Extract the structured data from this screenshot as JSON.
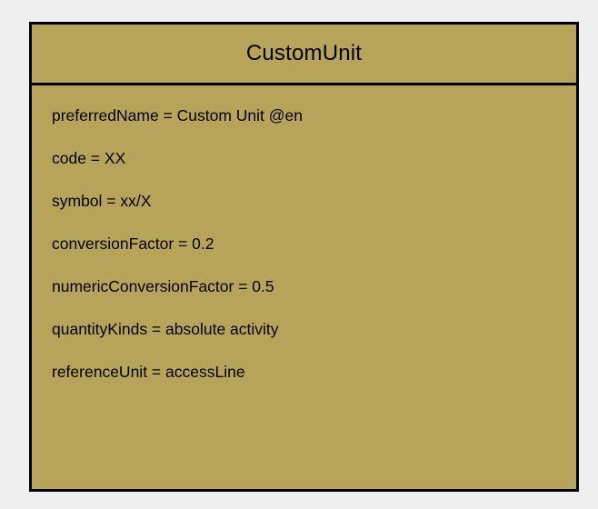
{
  "page": {
    "background_color": "#efefef"
  },
  "class_box": {
    "title": "CustomUnit",
    "fill_color": "#b7a45a",
    "border_color": "#000000",
    "text_color": "#000000",
    "attributes": [
      "preferredName = Custom Unit @en",
      "code = XX",
      "symbol = xx/X",
      "conversionFactor = 0.2",
      "numericConversionFactor = 0.5",
      "quantityKinds = absolute activity",
      "referenceUnit = accessLine"
    ]
  }
}
